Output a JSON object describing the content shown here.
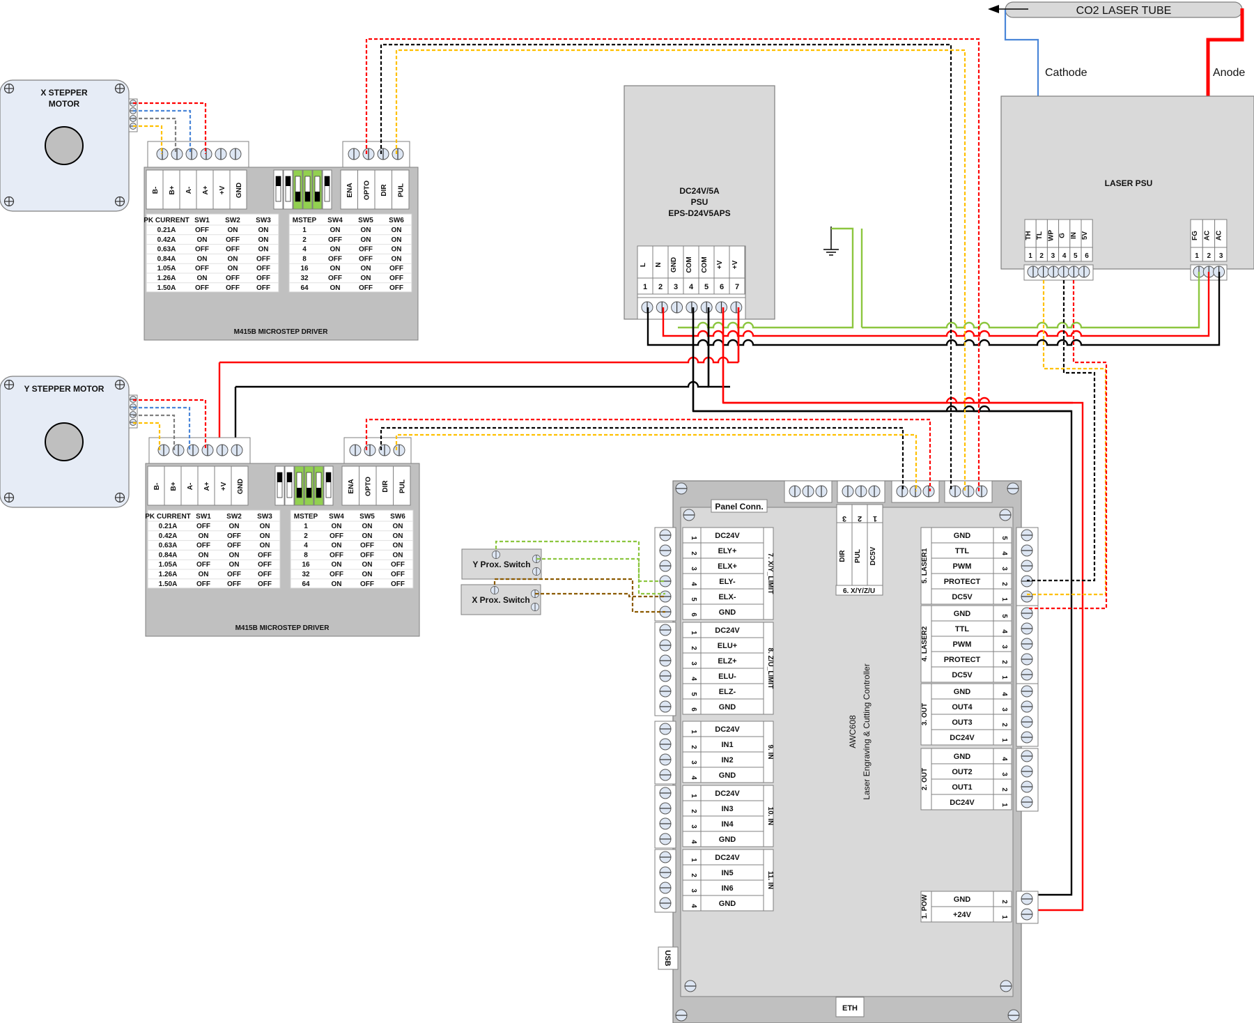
{
  "colors": {
    "red": "#ff0000",
    "black": "#000000",
    "yellow": "#ffc000",
    "blue": "#4a86d8",
    "gray": "#7f7f7f",
    "green": "#8cc63f",
    "brown": "#8b5a00",
    "highlight": "#1faa3a",
    "dip_green": "#92d050"
  },
  "laser_tube": {
    "label": "CO2 LASER TUBE",
    "cathode": "Cathode",
    "anode": "Anode"
  },
  "motors": {
    "x": {
      "line1": "X STEPPER",
      "line2": "MOTOR"
    },
    "y": {
      "line1": "Y STEPPER MOTOR"
    }
  },
  "driver": {
    "title": "M415B MICROSTEP DRIVER",
    "power_pins": [
      "B-",
      "B+",
      "A-",
      "A+",
      "+V",
      "GND"
    ],
    "signal_pins": [
      "ENA",
      "OPTO",
      "DIR",
      "PUL"
    ],
    "current_table": {
      "headers": [
        "PK CURRENT",
        "SW1",
        "SW2",
        "SW3"
      ],
      "rows": [
        [
          "0.21A",
          "OFF",
          "ON",
          "ON"
        ],
        [
          "0.42A",
          "ON",
          "OFF",
          "ON"
        ],
        [
          "0.63A",
          "OFF",
          "OFF",
          "ON"
        ],
        [
          "0.84A",
          "ON",
          "ON",
          "OFF"
        ],
        [
          "1.05A",
          "OFF",
          "ON",
          "OFF"
        ],
        [
          "1.26A",
          "ON",
          "OFF",
          "OFF"
        ],
        [
          "1.50A",
          "OFF",
          "OFF",
          "OFF"
        ]
      ],
      "selected_row": 2
    },
    "mstep_table": {
      "headers": [
        "MSTEP",
        "SW4",
        "SW5",
        "SW6"
      ],
      "rows": [
        [
          "1",
          "ON",
          "ON",
          "ON"
        ],
        [
          "2",
          "OFF",
          "ON",
          "ON"
        ],
        [
          "4",
          "ON",
          "OFF",
          "ON"
        ],
        [
          "8",
          "OFF",
          "OFF",
          "ON"
        ],
        [
          "16",
          "ON",
          "ON",
          "OFF"
        ],
        [
          "32",
          "OFF",
          "ON",
          "OFF"
        ],
        [
          "64",
          "ON",
          "OFF",
          "OFF"
        ]
      ],
      "selected_row": 4
    }
  },
  "dc_psu": {
    "line1": "DC24V/5A",
    "line2": "PSU",
    "line3": "EPS-D24V5APS",
    "pins": [
      "L",
      "N",
      "GND",
      "COM",
      "COM",
      "+V",
      "+V"
    ],
    "numbers": [
      "1",
      "2",
      "3",
      "4",
      "5",
      "6",
      "7"
    ]
  },
  "laser_psu": {
    "title": "LASER PSU",
    "ctrl_pins": [
      "TH",
      "TL",
      "WP",
      "G",
      "IN",
      "5V"
    ],
    "ctrl_numbers": [
      "1",
      "2",
      "3",
      "4",
      "5",
      "6"
    ],
    "ac_pins": [
      "FG",
      "AC",
      "AC"
    ],
    "ac_numbers": [
      "1",
      "2",
      "3"
    ]
  },
  "prox": {
    "y": "Y Prox. Switch",
    "x": "X Prox. Switch"
  },
  "controller": {
    "line1": "AWC608",
    "line2": "Laser Engraving & Cutting Controller",
    "panel_conn": "Panel Conn.",
    "usb": "USB",
    "eth": "ETH",
    "axis": {
      "title": "6. X/Y/Z/U",
      "pins": [
        "DIR",
        "PUL",
        "DC5V"
      ],
      "numbers": [
        "3",
        "2",
        "1"
      ]
    },
    "left_blocks": [
      {
        "title": "7. X/Y_LIMIT",
        "pins": [
          "DC24V",
          "ELY+",
          "ELX+",
          "ELY-",
          "ELX-",
          "GND"
        ],
        "numbers": [
          "1",
          "2",
          "3",
          "4",
          "5",
          "6"
        ]
      },
      {
        "title": "8. Z/U_LIMIT",
        "pins": [
          "DC24V",
          "ELU+",
          "ELZ+",
          "ELU-",
          "ELZ-",
          "GND"
        ],
        "numbers": [
          "1",
          "2",
          "3",
          "4",
          "5",
          "6"
        ]
      },
      {
        "title": "9. IN",
        "pins": [
          "DC24V",
          "IN1",
          "IN2",
          "GND"
        ],
        "numbers": [
          "1",
          "2",
          "3",
          "4"
        ]
      },
      {
        "title": "10. IN",
        "pins": [
          "DC24V",
          "IN3",
          "IN4",
          "GND"
        ],
        "numbers": [
          "1",
          "2",
          "3",
          "4"
        ]
      },
      {
        "title": "11. IN",
        "pins": [
          "DC24V",
          "IN5",
          "IN6",
          "GND"
        ],
        "numbers": [
          "1",
          "2",
          "3",
          "4"
        ]
      }
    ],
    "right_blocks": [
      {
        "title": "5. LASER1",
        "pins": [
          "GND",
          "TTL",
          "PWM",
          "PROTECT",
          "DC5V"
        ],
        "numbers": [
          "5",
          "4",
          "3",
          "2",
          "1"
        ]
      },
      {
        "title": "4. LASER2",
        "pins": [
          "GND",
          "TTL",
          "PWM",
          "PROTECT",
          "DC5V"
        ],
        "numbers": [
          "5",
          "4",
          "3",
          "2",
          "1"
        ]
      },
      {
        "title": "3. OUT",
        "pins": [
          "GND",
          "OUT4",
          "OUT3",
          "DC24V"
        ],
        "numbers": [
          "4",
          "3",
          "2",
          "1"
        ]
      },
      {
        "title": "2. OUT",
        "pins": [
          "GND",
          "OUT2",
          "OUT1",
          "DC24V"
        ],
        "numbers": [
          "4",
          "3",
          "2",
          "1"
        ]
      },
      {
        "title": "1. POW",
        "pins": [
          "GND",
          "+24V"
        ],
        "numbers": [
          "2",
          "1"
        ]
      }
    ]
  }
}
